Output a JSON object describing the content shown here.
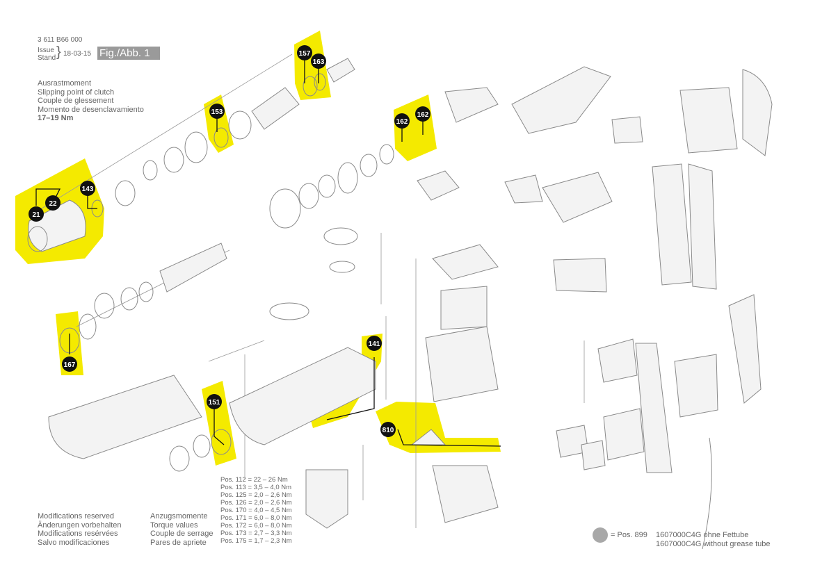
{
  "header": {
    "doc_number": "3 611 B66 000",
    "issue_label": "Issue",
    "stand_label": "Stand",
    "issue_date": "18-03-15",
    "figure": "Fig./Abb. 1"
  },
  "clutch_note": {
    "lines": [
      "Ausrastmoment",
      "Slipping point of clutch",
      "Couple de glessement",
      "Momento de desenclavamiento"
    ],
    "value": "17–19 Nm"
  },
  "modifications": [
    "Modifications reserved",
    "Änderungen vorbehalten",
    "Modifications resérvées",
    "Salvo modificaciones"
  ],
  "torque": {
    "titles": [
      "Anzugsmomente",
      "Torque values",
      "Couple de serrage",
      "Pares de apriete"
    ],
    "rows": [
      {
        "pos": "Pos. 112",
        "range": "= 22 – 26 Nm"
      },
      {
        "pos": "Pos. 113",
        "range": "= 3,5 – 4,0 Nm"
      },
      {
        "pos": "Pos. 125",
        "range": "= 2,0 – 2,6 Nm"
      },
      {
        "pos": "Pos. 126",
        "range": "= 2,0 – 2,6 Nm"
      },
      {
        "pos": "Pos. 170",
        "range": "= 4,0 – 4,5 Nm"
      },
      {
        "pos": "Pos. 171",
        "range": "= 6,0 – 8,0 Nm"
      },
      {
        "pos": "Pos. 172",
        "range": "= 6,0 – 8,0 Nm"
      },
      {
        "pos": "Pos. 173",
        "range": "= 2,7 – 3,3 Nm"
      },
      {
        "pos": "Pos. 175",
        "range": "= 1,7 – 2,3 Nm"
      }
    ]
  },
  "grease_note": {
    "pos": "= Pos. 899",
    "line1": "1607000C4G ohne Fettube",
    "line2": "1607000C4G without grease tube"
  },
  "callouts": [
    "21",
    "22",
    "143",
    "153",
    "157",
    "163",
    "162",
    "162",
    "141",
    "151",
    "167",
    "810"
  ],
  "colors": {
    "highlight": "#f4ea00",
    "callout": "#111111",
    "line": "#8a8a8a"
  }
}
